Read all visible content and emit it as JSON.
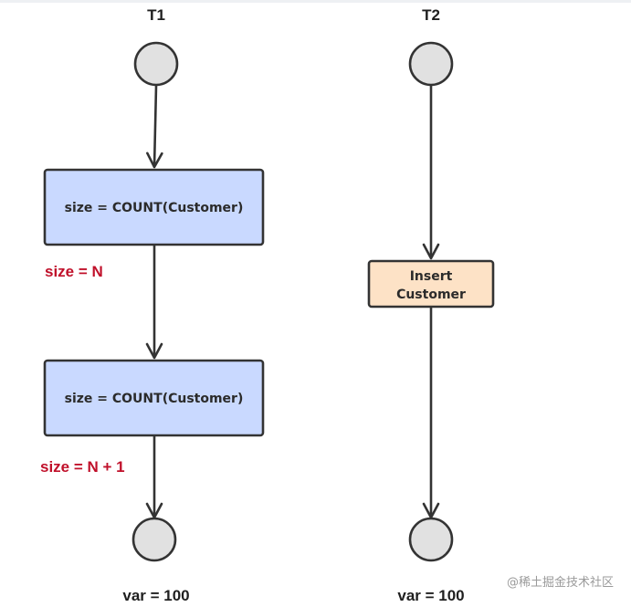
{
  "lanes": {
    "t1": {
      "title": "T1"
    },
    "t2": {
      "title": "T2"
    }
  },
  "t1": {
    "step1": "size = COUNT(Customer)",
    "note1": "size = N",
    "step2": "size = COUNT(Customer)",
    "note2": "size = N + 1",
    "footer": "var = 100"
  },
  "t2": {
    "step_line1": "Insert",
    "step_line2": "Customer",
    "footer": "var = 100"
  },
  "watermark": "@稀土掘金技术社区",
  "colors": {
    "node_fill": "#e1e1e1",
    "node_stroke": "#333333",
    "query_box_fill": "#c9d9ff",
    "insert_box_fill": "#fde2c6",
    "note": "#c0102a"
  }
}
